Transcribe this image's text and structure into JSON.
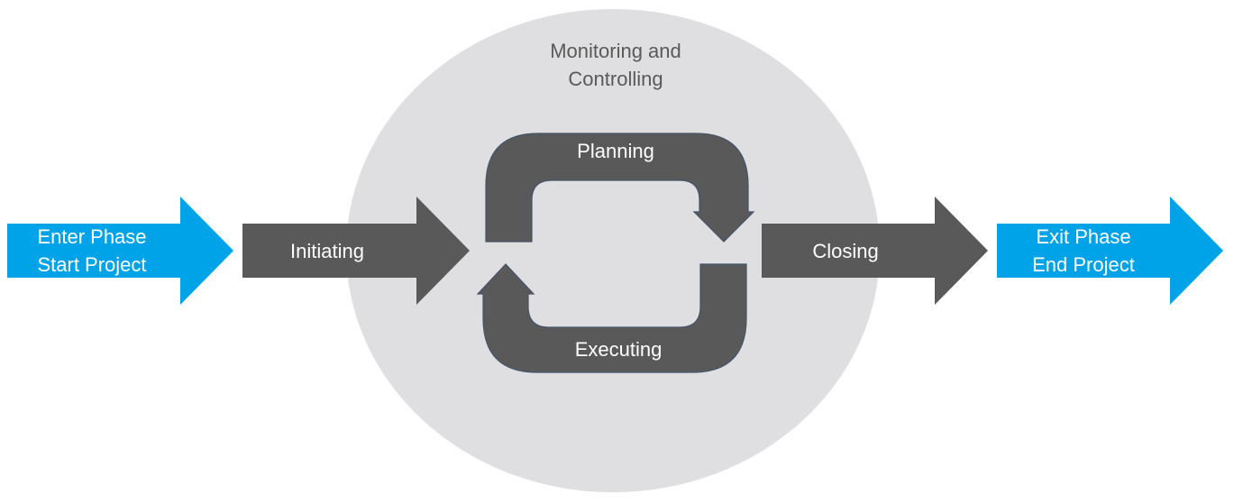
{
  "diagram": {
    "monitoring": {
      "line1": "Monitoring and",
      "line2": "Controlling"
    },
    "enter": {
      "line1": "Enter Phase",
      "line2": "Start Project"
    },
    "initiating": "Initiating",
    "planning": "Planning",
    "executing": "Executing",
    "closing": "Closing",
    "exit": {
      "line1": "Exit Phase",
      "line2": "End Project"
    }
  },
  "colors": {
    "blue": "#00A2E8",
    "dark_gray": "#595959",
    "circle": "#DFDFE1",
    "outline": "#44546A",
    "text_light": "#FFFFFF"
  }
}
